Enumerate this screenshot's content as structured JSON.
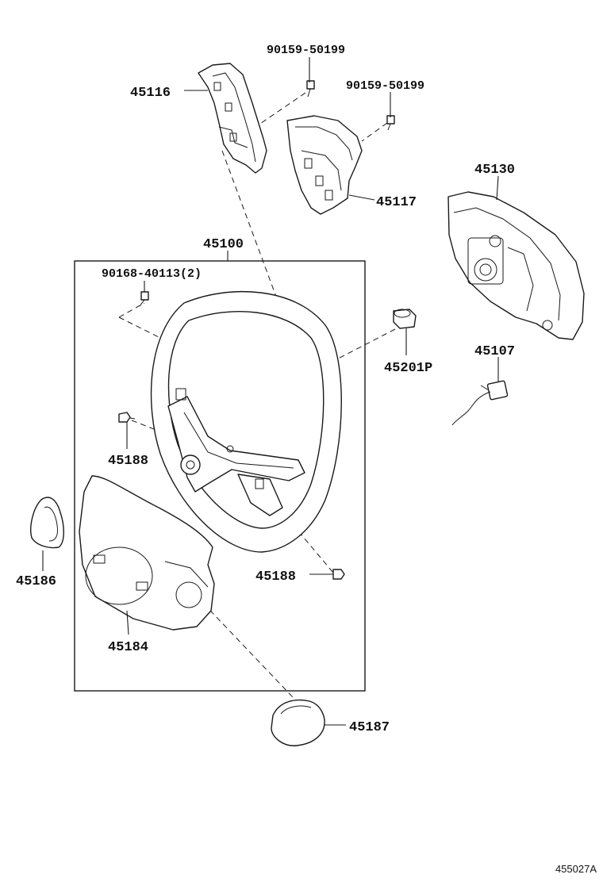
{
  "diagram": {
    "reference_code": "455027A",
    "parts": {
      "bolt_top_1": "90159-50199",
      "bolt_top_2": "90159-50199",
      "cover_left": "45116",
      "cover_right": "45117",
      "airbag": "45130",
      "assembly": "45100",
      "screw_set": "90168-40113(2)",
      "damper": "45201P",
      "wire": "45107",
      "bolt_left": "45188",
      "bolt_lower": "45188",
      "ring": "45186",
      "lower_cover": "45184",
      "cap": "45187"
    }
  }
}
